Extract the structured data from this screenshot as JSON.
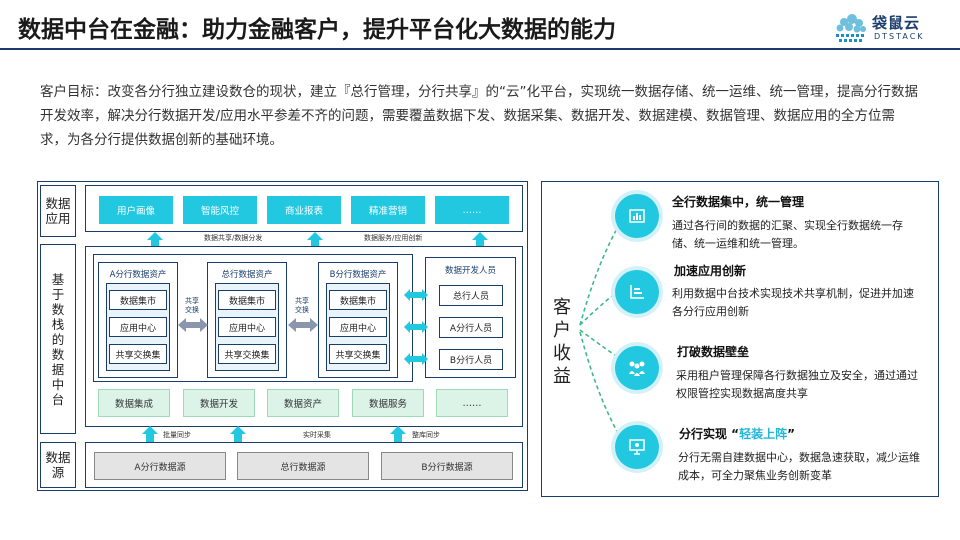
{
  "title": "数据中台在金融：助力金融客户，提升平台化大数据的能力",
  "logo": {
    "cn": "袋鼠云",
    "en": "DTSTACK"
  },
  "intro": "客户目标：改变各分行独立建设数仓的现状，建立『总行管理，分行共享』的“云”化平台，实现统一数据存储、统一运维、统一管理，提高分行数据开发效率，解决分行数据开发/应用水平参差不齐的问题，需要覆盖数据下发、数据采集、数据开发、数据建模、数据管理、数据应用的全方位需求，为各分行提供数据创新的基础环境。",
  "diagram": {
    "side_labels": {
      "app": "数据应用",
      "platform": "基于数栈的数据中台",
      "source": "数据源"
    },
    "apps": [
      "用户画像",
      "智能风控",
      "商业报表",
      "精准营销",
      "……"
    ],
    "arrow_labels_top": [
      "数据共享/数据分发",
      "数据服务/应用创新"
    ],
    "asset_groups": [
      {
        "title": "A分行数据资产",
        "items": [
          "数据集市",
          "应用中心",
          "共享交换集"
        ]
      },
      {
        "title": "总行数据资产",
        "items": [
          "数据集市",
          "应用中心",
          "共享交换集"
        ]
      },
      {
        "title": "B分行数据资产",
        "items": [
          "数据集市",
          "应用中心",
          "共享交换集"
        ]
      }
    ],
    "share_label": "共享\n交换",
    "staff": {
      "title": "数据开发人员",
      "items": [
        "总行人员",
        "A分行人员",
        "B分行人员"
      ]
    },
    "capabilities": [
      "数据集成",
      "数据开发",
      "数据资产",
      "数据服务",
      "……"
    ],
    "arrow_labels_bottom": [
      "批量同步",
      "实时采集",
      "整库同步"
    ],
    "sources": [
      "A分行数据源",
      "总行数据源",
      "B分行数据源"
    ]
  },
  "benefits": {
    "label": "客户收益",
    "icons": [
      "chart-icon",
      "analytics-icon",
      "people-icon",
      "presentation-icon"
    ],
    "items": [
      {
        "title": "全行数据集中，统一管理",
        "title_pre": "",
        "title_hl": "",
        "desc": "通过各行间的数据的汇聚、实现全行数据统一存储、统一运维和统一管理。"
      },
      {
        "title": "加速应用创新",
        "title_pre": "",
        "title_hl": "",
        "desc": "利用数据中台技术实现技术共享机制，促进并加速各分行应用创新"
      },
      {
        "title": "打破数据壁垒",
        "title_pre": "",
        "title_hl": "",
        "desc": "采用租户管理保障各行数据独立及安全，通过通过权限管控实现数据高度共享"
      },
      {
        "title": "",
        "title_pre": "分行实现 “",
        "title_hl": "轻装上阵",
        "title_post": "”",
        "desc": "分行无需自建数据中心，数据急速获取，减少运维成本，可全力聚焦业务创新变革"
      }
    ]
  },
  "colors": {
    "navy": "#1a3d6e",
    "cyan": "#22c7e0",
    "mint": "#dcf3e7",
    "grey": "#e4e4e4"
  }
}
